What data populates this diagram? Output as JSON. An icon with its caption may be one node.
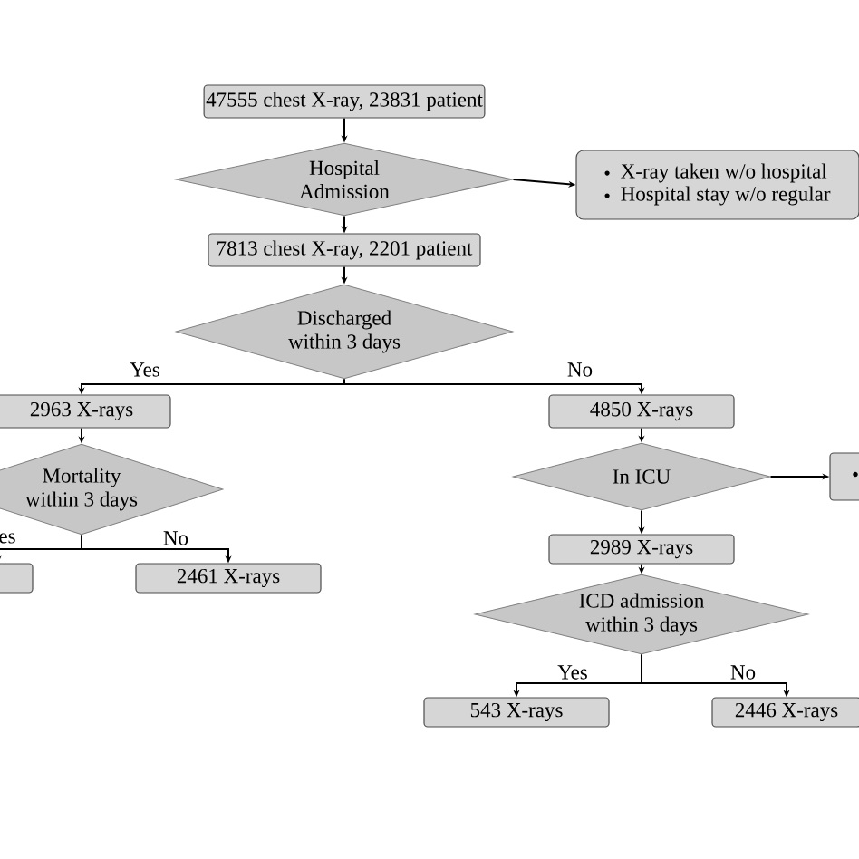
{
  "diagram": {
    "nodes": [
      {
        "text": [
          "47555 chest X-ray, 23831 patient"
        ]
      },
      {
        "text": [
          "Hospital Admission"
        ]
      },
      {
        "text": [
          "X-ray taken w/o hospital",
          "Hospital stay w/o regular"
        ]
      },
      {
        "text": [
          "7813 chest X-ray, 2201 patient"
        ]
      },
      {
        "text": [
          "Discharged within 3 days"
        ]
      },
      {
        "text": [
          "2963 X-rays"
        ]
      },
      {
        "text": [
          "Mortality within 3 days"
        ]
      },
      {
        "text": [],
        "shape": "box"
      },
      {
        "text": [
          "2461 X-rays"
        ]
      },
      {
        "text": [
          "4850 X-rays"
        ]
      },
      {
        "text": [
          "In ICU"
        ]
      },
      {
        "text": [
          "•"
        ]
      },
      {
        "text": [
          "2989 X-rays"
        ]
      },
      {
        "text": [
          "ICD admission within 3 days"
        ]
      },
      {
        "text": [
          "543 X-rays"
        ]
      },
      {
        "text": [
          "2446 X-rays"
        ]
      }
    ],
    "edges": [
      {
        "from": 0,
        "to": 1,
        "arrow": "to"
      },
      {
        "from": 1,
        "to": 2,
        "arrow": "to"
      },
      {
        "from": 1,
        "to": 3,
        "arrow": "to"
      },
      {
        "from": 3,
        "to": 4,
        "arrow": "to"
      },
      {
        "from": 4,
        "to": 5,
        "arrow": "to",
        "label": "Yes"
      },
      {
        "from": 4,
        "to": 9,
        "arrow": "to",
        "label": "No"
      },
      {
        "from": 5,
        "to": 6,
        "arrow": "to"
      },
      {
        "from": 6,
        "to": 7,
        "arrow": "to",
        "label": "es"
      },
      {
        "from": 6,
        "to": 8,
        "arrow": "to",
        "label": "No"
      },
      {
        "from": 9,
        "to": 10,
        "arrow": "to"
      },
      {
        "from": 10,
        "to": 11,
        "arrow": "to"
      },
      {
        "from": 10,
        "to": 12,
        "arrow": "to"
      },
      {
        "from": 12,
        "to": 13,
        "arrow": "to"
      },
      {
        "from": 13,
        "to": 14,
        "arrow": "to",
        "label": "Yes"
      },
      {
        "from": 13,
        "to": 15,
        "arrow": "to",
        "label": "No"
      }
    ]
  }
}
